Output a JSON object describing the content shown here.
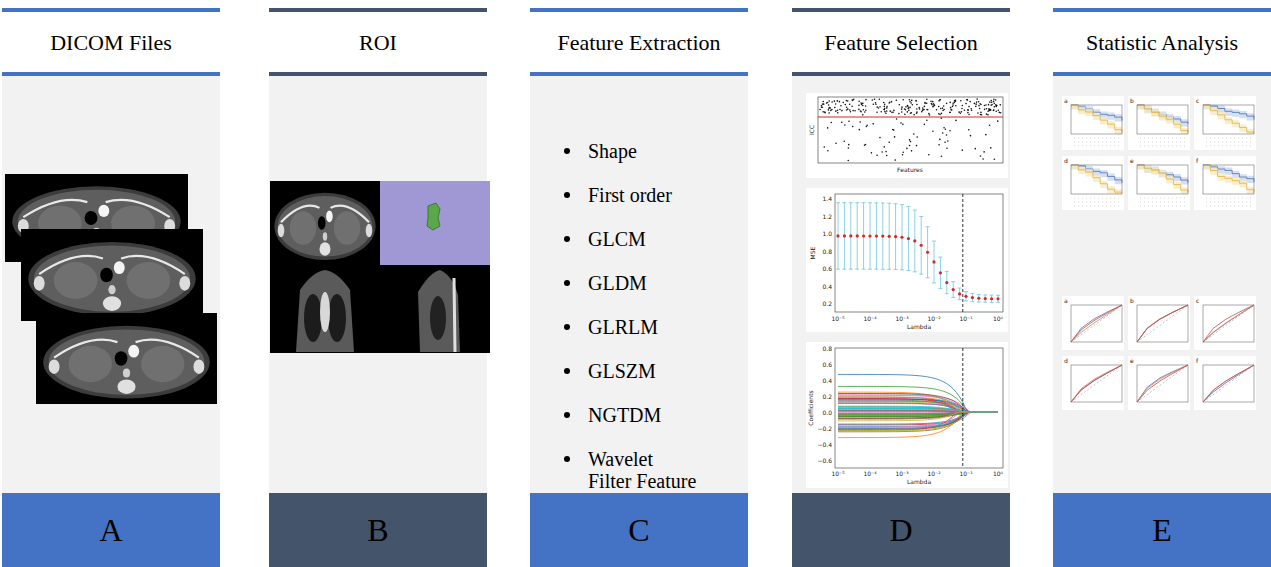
{
  "diagram": {
    "nodes": [
      {
        "text": [
          "DICOM Files"
        ]
      },
      {
        "text": [
          "A"
        ],
        "in": 0
      },
      {
        "text": [
          "ROI"
        ]
      },
      {
        "text": [
          "B"
        ],
        "in": 2
      },
      {
        "text": [
          "Feature Extraction",
          "Shape",
          "First order",
          "GLCM",
          "GLDM",
          "GLRLM",
          "GLSZM",
          "NGTDM",
          "Wavelet Filter Feature"
        ]
      },
      {
        "text": [
          "C"
        ],
        "in": 4
      },
      {
        "text": [
          "Feature Selection"
        ]
      },
      {
        "text": [
          "D"
        ],
        "in": 6
      },
      {
        "text": [
          "Statistic Analysis"
        ]
      },
      {
        "text": [
          "E"
        ],
        "in": 8
      }
    ],
    "labels": [
      "ICC",
      "Features",
      "1.4",
      "1.2",
      "1.0",
      "0.8",
      "0.6",
      "0.4",
      "0.2",
      "MSE",
      "10⁻⁵",
      "10⁻⁴",
      "10⁻³",
      "10⁻²",
      "10⁻¹",
      "10⁰",
      "Lambda",
      "0.8",
      "0.6",
      "0.4",
      "0.2",
      "0.0",
      "−0.2",
      "−0.4",
      "−0.6",
      "Coefficients",
      "10⁻⁵",
      "10⁻⁴",
      "10⁻³",
      "10⁻²",
      "10⁻¹",
      "10⁰",
      "Lambda",
      "a",
      "b",
      "c",
      "d",
      "e",
      "f",
      "a",
      "b",
      "c",
      "d",
      "e",
      "f"
    ]
  }
}
